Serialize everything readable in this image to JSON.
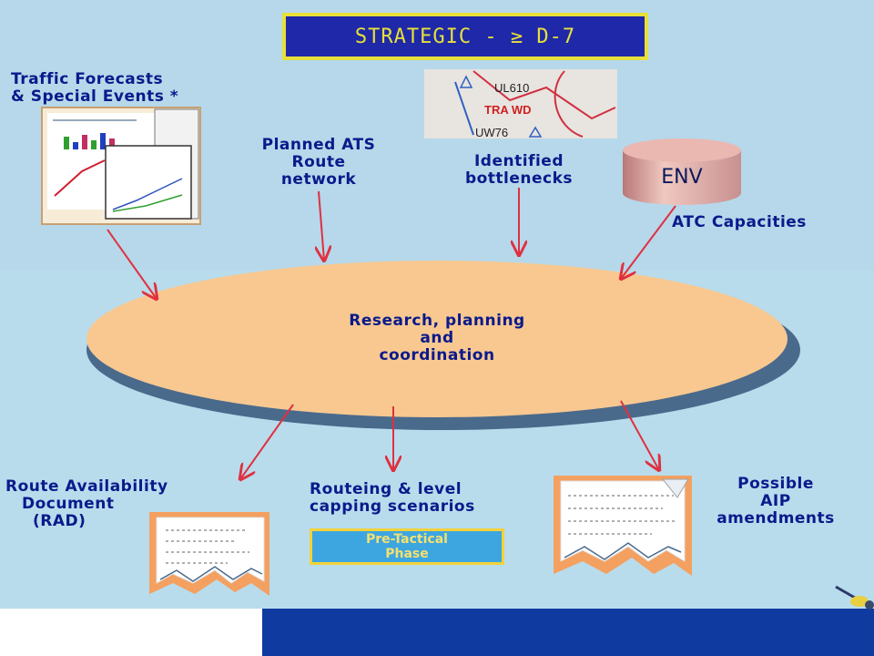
{
  "title": "STRATEGIC - ≥ D-7",
  "inputs": {
    "traffic": [
      "Traffic Forecasts",
      "& Special Events *"
    ],
    "ats": [
      "Planned ATS",
      "Route",
      "network"
    ],
    "bottlenecks": [
      "Identified",
      "bottlenecks"
    ],
    "atc": "ATC Capacities",
    "env": "ENV"
  },
  "map_labels": {
    "route1": "UL610",
    "area": "TRA WD",
    "route2": "UW76"
  },
  "center": [
    "Research, planning",
    "and",
    "coordination"
  ],
  "outputs": {
    "rad": [
      "Route Availability",
      "Document",
      "(RAD)"
    ],
    "routeing": [
      "Routeing & level",
      "capping scenarios"
    ],
    "aip": [
      "Possible",
      "AIP",
      "amendments"
    ]
  },
  "phase": [
    "Pre-Tactical",
    "Phase"
  ],
  "colors": {
    "title_bg": "#1e28a8",
    "title_fg": "#e8e03a",
    "ellipse": "#f8c890",
    "arrow": "#e03040",
    "text": "#0a1a8c"
  }
}
